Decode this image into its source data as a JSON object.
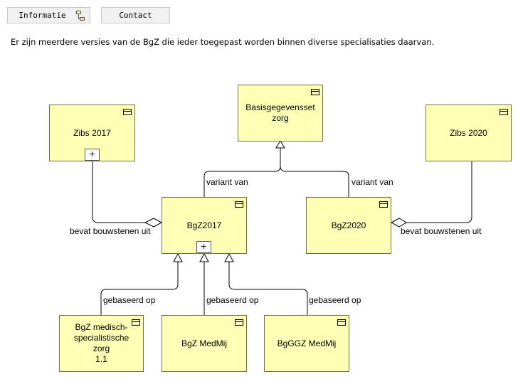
{
  "toolbar": {
    "informatie_label": "Informatie",
    "informatie_icon": "object-structure-icon",
    "contact_label": "Contact"
  },
  "intro_text": "Er zijn meerdere versies van de BgZ die ieder toegepast worden binnen diverse specialisaties daarvan.",
  "colors": {
    "node_fill": "#ffffb5",
    "node_border": "#6f6f3f",
    "edge": "#000000"
  },
  "nodes": {
    "basisgegevensset": "Basisgegevensset\nzorg",
    "zibs2017": "Zibs 2017",
    "zibs2020": "Zibs 2020",
    "bgz2017": "BgZ2017",
    "bgz2020": "BgZ2020",
    "bgz_medisch": "BgZ medisch-\nspecialistische zorg\n1.1",
    "bgz_medmij": "BgZ MedMij",
    "bgggz_medmij": "BgGGZ MedMij"
  },
  "edges": {
    "variant_van_left": "variant van",
    "variant_van_right": "variant van",
    "bevat_left": "bevat bouwstenen uit",
    "bevat_right": "bevat bouwstenen uit",
    "gebaseerd_1": "gebaseerd op",
    "gebaseerd_2": "gebaseerd op",
    "gebaseerd_3": "gebaseerd op"
  },
  "expand_symbol": "+"
}
